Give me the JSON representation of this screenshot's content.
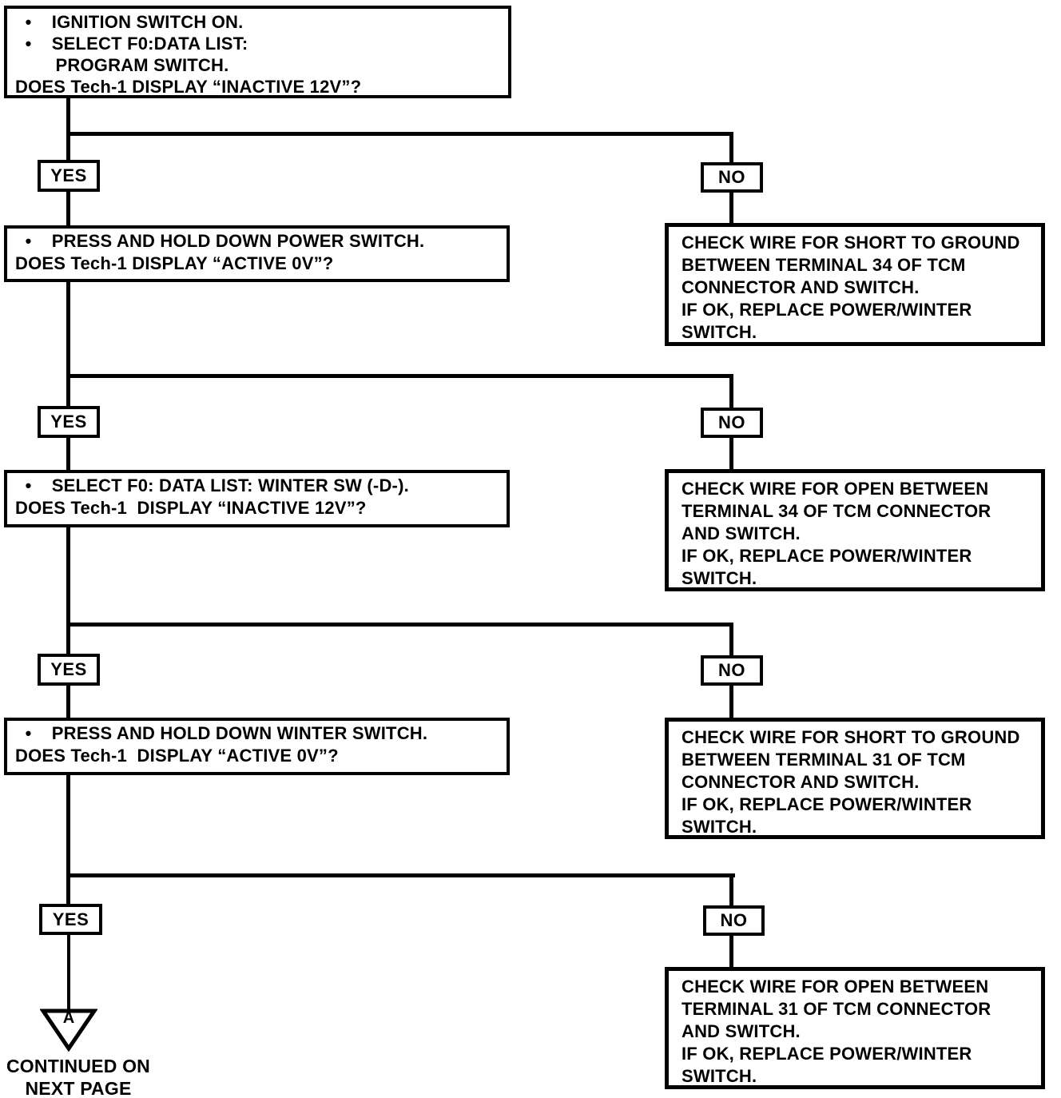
{
  "colors": {
    "ink": "#000000",
    "paper": "#ffffff"
  },
  "flow": {
    "yes": "YES",
    "no": "NO",
    "start": {
      "text": "  •    IGNITION SWITCH ON.\n  •    SELECT F0:DATA LIST:\n        PROGRAM SWITCH.\nDOES Tech-1 DISPLAY “INACTIVE 12V”?"
    },
    "q_power": {
      "text": "  •    PRESS AND HOLD DOWN POWER SWITCH.\nDOES Tech-1 DISPLAY “ACTIVE 0V”?"
    },
    "q_winter_select": {
      "text": "  •    SELECT F0: DATA LIST: WINTER SW (-D-).\nDOES Tech-1  DISPLAY “INACTIVE 12V”?"
    },
    "q_winter_press": {
      "text": "  •    PRESS AND HOLD DOWN WINTER SWITCH.\nDOES Tech-1  DISPLAY “ACTIVE 0V”?"
    },
    "check_short_34": {
      "text": "CHECK WIRE FOR SHORT TO GROUND\nBETWEEN TERMINAL 34 OF TCM\nCONNECTOR AND SWITCH.\nIF OK, REPLACE POWER/WINTER\nSWITCH."
    },
    "check_open_34": {
      "text": "CHECK WIRE FOR OPEN BETWEEN\nTERMINAL 34 OF TCM CONNECTOR\nAND SWITCH.\nIF OK, REPLACE POWER/WINTER\nSWITCH."
    },
    "check_short_31": {
      "text": "CHECK WIRE FOR SHORT TO GROUND\nBETWEEN TERMINAL 31 OF TCM\nCONNECTOR AND SWITCH.\nIF OK, REPLACE POWER/WINTER\nSWITCH."
    },
    "check_open_31": {
      "text": "CHECK WIRE FOR OPEN BETWEEN\nTERMINAL 31 OF TCM CONNECTOR\nAND SWITCH.\nIF OK, REPLACE POWER/WINTER\nSWITCH."
    },
    "offpage": {
      "letter": "A",
      "caption": "CONTINUED ON\nNEXT PAGE"
    }
  }
}
